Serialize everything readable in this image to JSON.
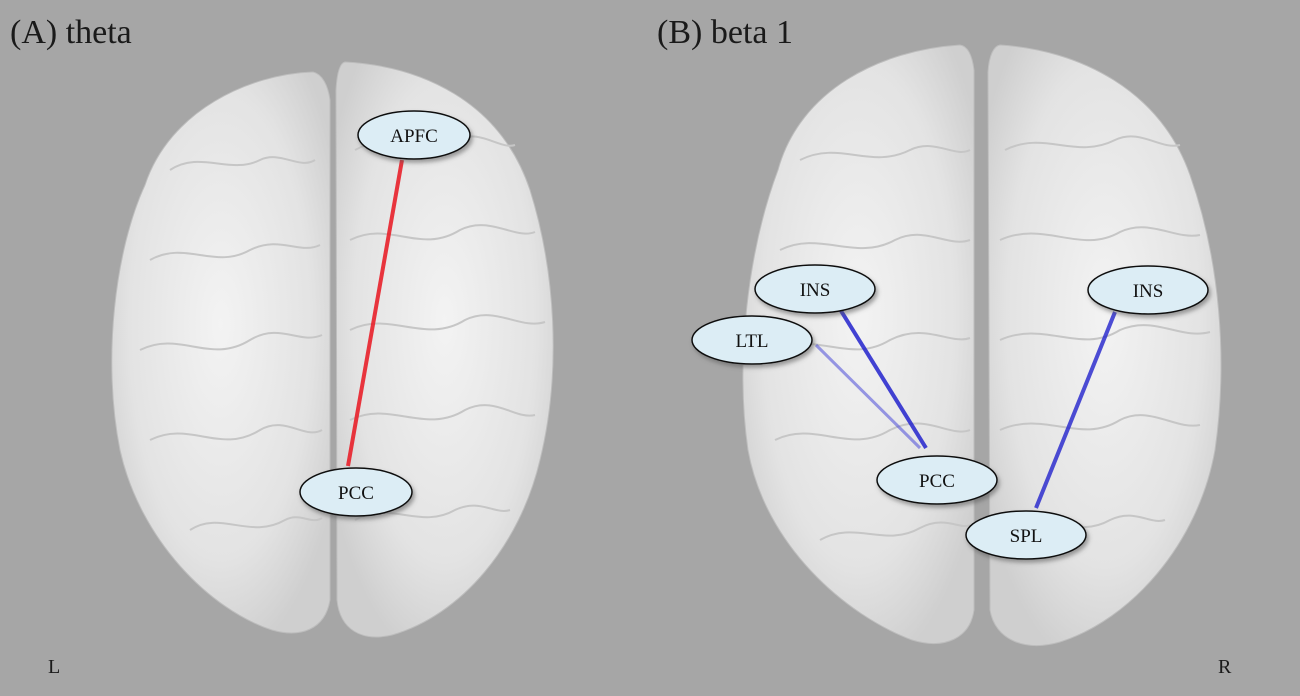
{
  "panels": [
    {
      "id": "A",
      "label": "(A) theta",
      "band": "theta",
      "edge_color": "#e8202a"
    },
    {
      "id": "B",
      "label": "(B) beta 1",
      "band": "beta 1",
      "edge_color": "#2222cc"
    }
  ],
  "orientation": {
    "left": "L",
    "right": "R"
  },
  "nodes": {
    "a_apfc": "APFC",
    "a_pcc": "PCC",
    "b_ins_left": "INS",
    "b_ltl": "LTL",
    "b_pcc": "PCC",
    "b_ins_right": "INS",
    "b_spl": "SPL"
  },
  "connections": [
    {
      "panel": "A",
      "from": "APFC",
      "to": "PCC"
    },
    {
      "panel": "B",
      "from": "INS (left)",
      "to": "PCC"
    },
    {
      "panel": "B",
      "from": "LTL",
      "to": "PCC"
    },
    {
      "panel": "B",
      "from": "INS (right)",
      "to": "SPL"
    }
  ],
  "colors": {
    "background": "#a6a6a6",
    "brain": "#e6e6e6",
    "node_fill": "#dcedf5"
  }
}
